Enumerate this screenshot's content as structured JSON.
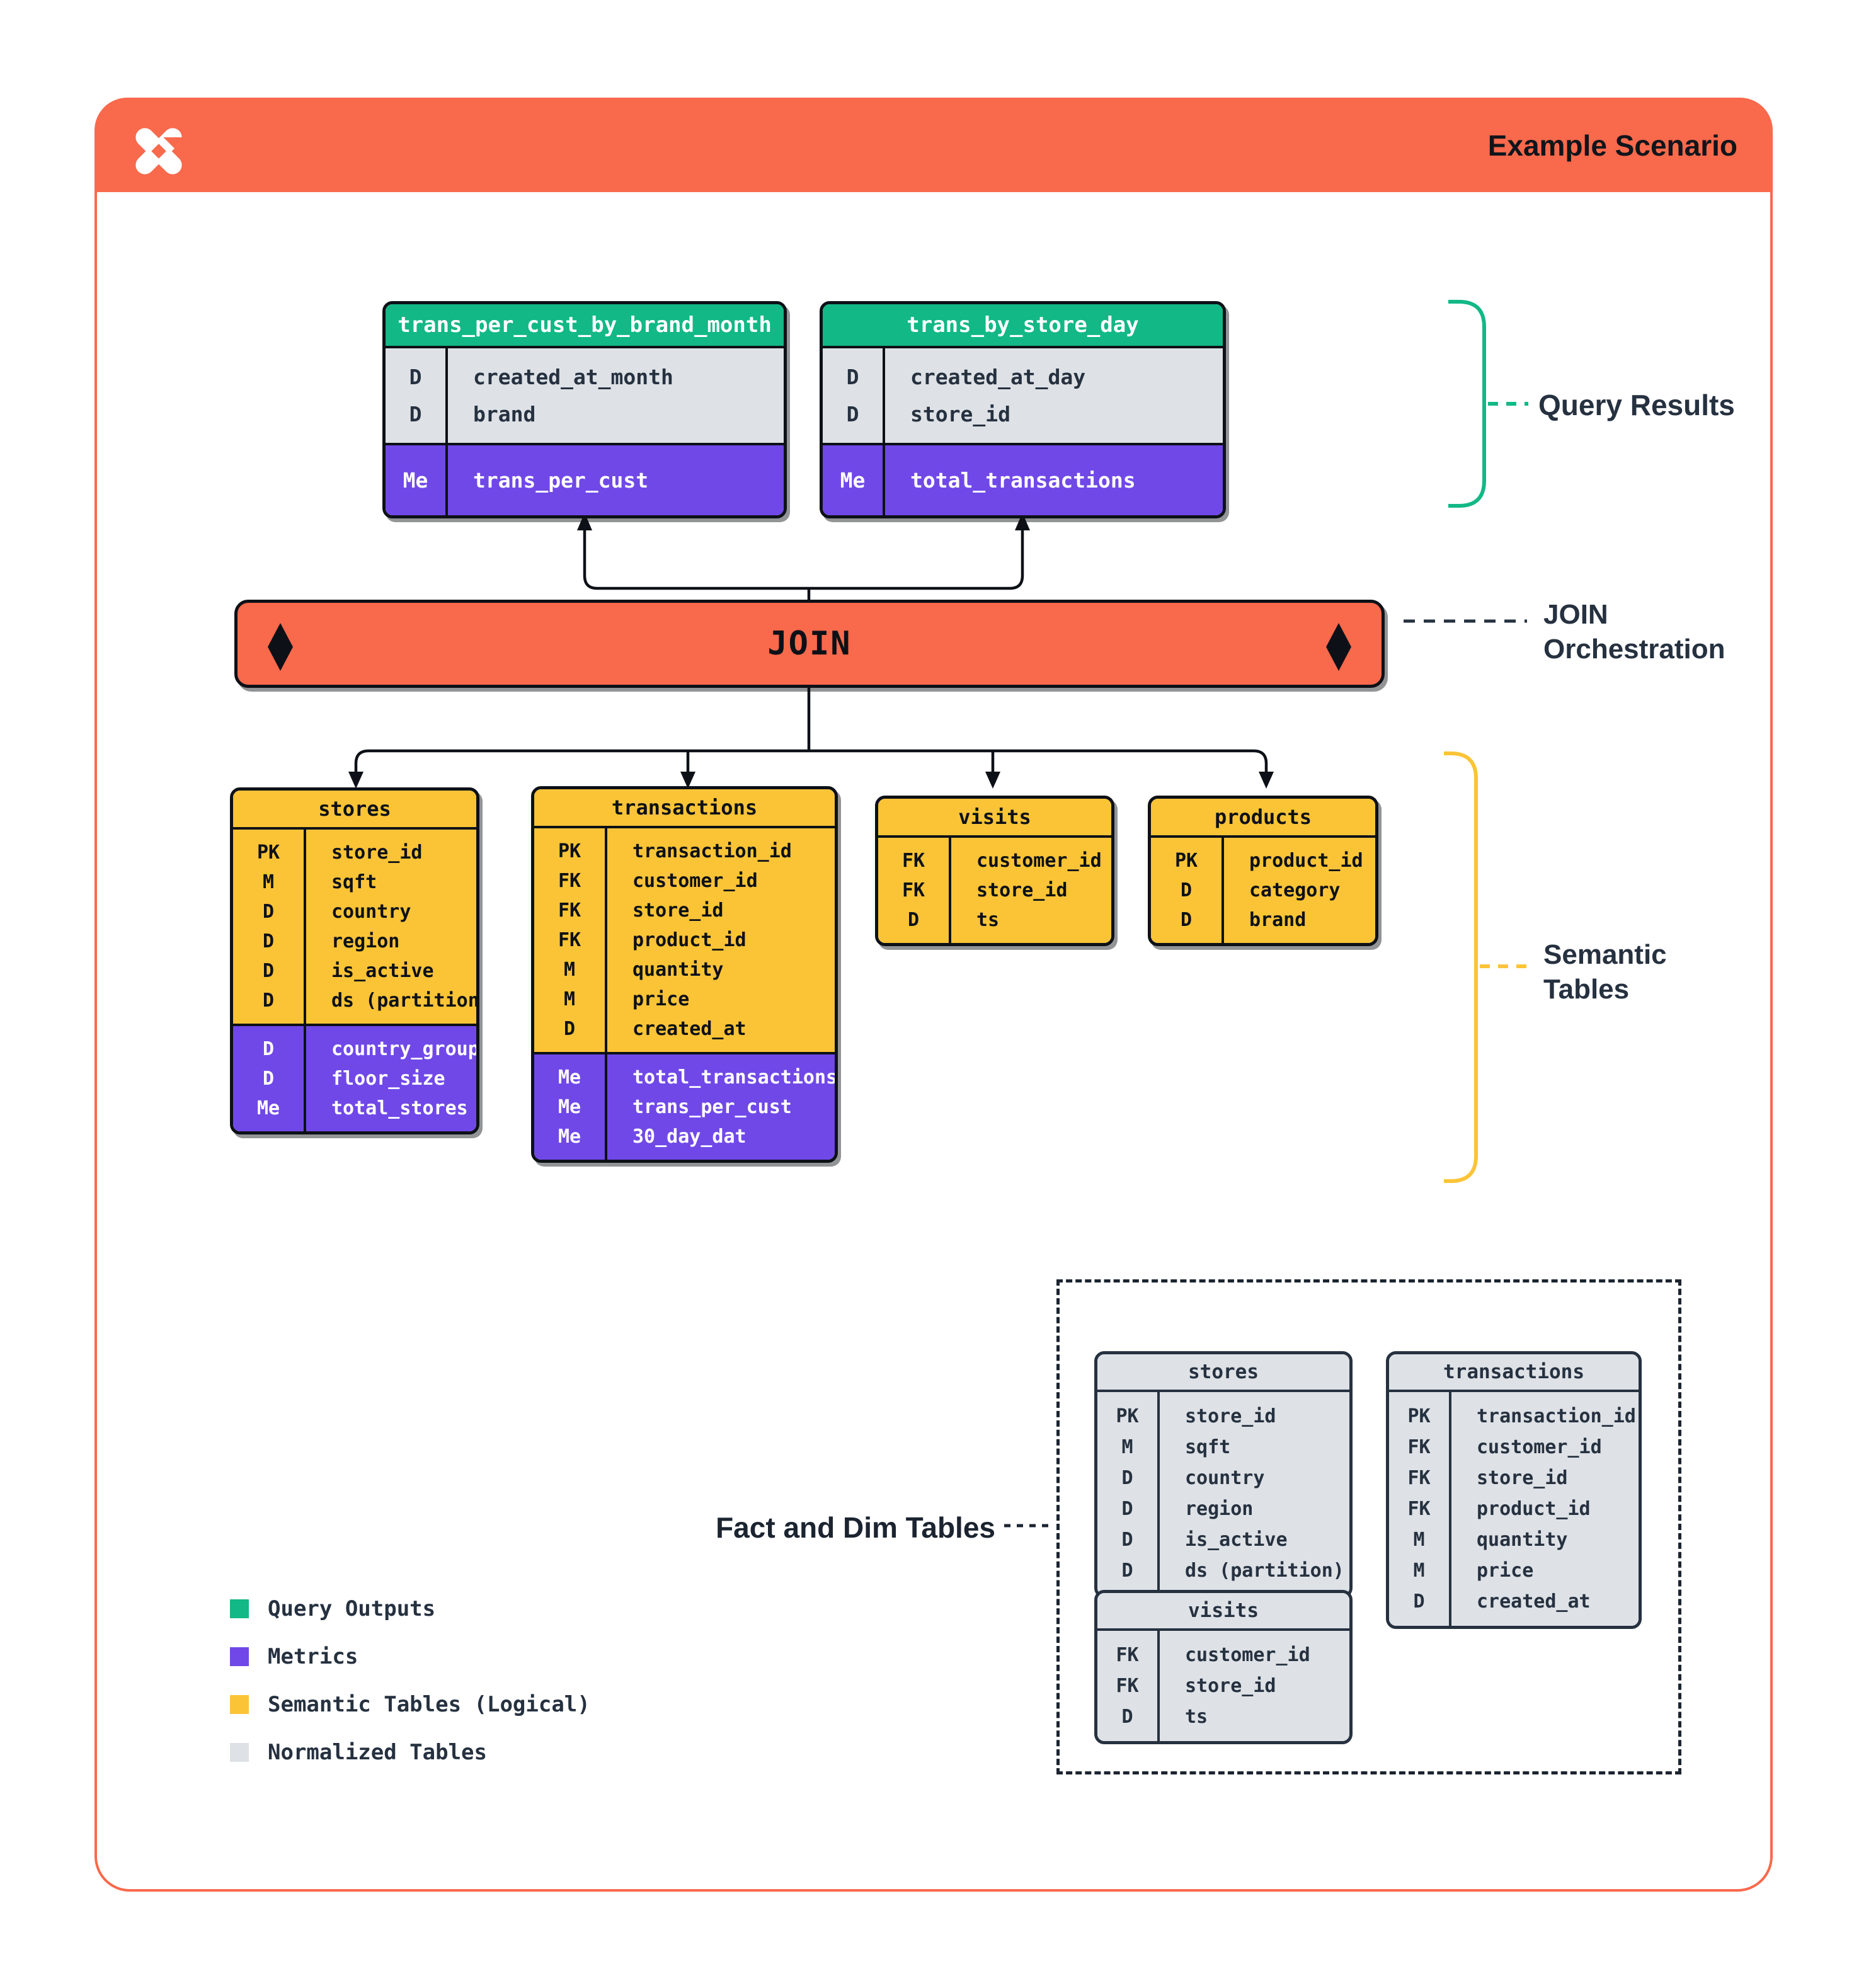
{
  "header": {
    "title": "Example Scenario",
    "logo_icon": "pinwheel-x-icon"
  },
  "join": {
    "label": "JOIN",
    "left_icon": "diamond-icon",
    "right_icon": "diamond-icon"
  },
  "annotations": {
    "query_results": "Query Results",
    "join_orchestration": "JOIN Orchestration",
    "semantic_tables": "Semantic Tables",
    "fact_and_dim": "Fact and Dim Tables"
  },
  "colors": {
    "accent_orange": "#F9694B",
    "query_output_green": "#12B886",
    "metric_purple": "#7048E8",
    "semantic_yellow": "#FBC437",
    "normalized_gray": "#DEE2E6",
    "ink": "#0D1117",
    "label_navy": "#263140"
  },
  "tables": {
    "query_results": [
      {
        "title": "trans_per_cust_by_brand_month",
        "sections": [
          {
            "variant": "gray",
            "rows": [
              [
                "D",
                "created_at_month"
              ],
              [
                "D",
                "brand"
              ]
            ]
          },
          {
            "variant": "purple",
            "rows": [
              [
                "Me",
                "trans_per_cust"
              ]
            ]
          }
        ]
      },
      {
        "title": "trans_by_store_day",
        "sections": [
          {
            "variant": "gray",
            "rows": [
              [
                "D",
                "created_at_day"
              ],
              [
                "D",
                "store_id"
              ]
            ]
          },
          {
            "variant": "purple",
            "rows": [
              [
                "Me",
                "total_transactions"
              ]
            ]
          }
        ]
      }
    ],
    "semantic": [
      {
        "title": "stores",
        "sections": [
          {
            "variant": "yellow",
            "rows": [
              [
                "PK",
                "store_id"
              ],
              [
                "M",
                "sqft"
              ],
              [
                "D",
                "country"
              ],
              [
                "D",
                "region"
              ],
              [
                "D",
                "is_active"
              ],
              [
                "D",
                "ds (partition)"
              ]
            ]
          },
          {
            "variant": "purple",
            "rows": [
              [
                "D",
                "country_group"
              ],
              [
                "D",
                "floor_size"
              ],
              [
                "Me",
                "total_stores"
              ]
            ]
          }
        ]
      },
      {
        "title": "transactions",
        "sections": [
          {
            "variant": "yellow",
            "rows": [
              [
                "PK",
                "transaction_id"
              ],
              [
                "FK",
                "customer_id"
              ],
              [
                "FK",
                "store_id"
              ],
              [
                "FK",
                "product_id"
              ],
              [
                "M",
                "quantity"
              ],
              [
                "M",
                "price"
              ],
              [
                "D",
                "created_at"
              ]
            ]
          },
          {
            "variant": "purple",
            "rows": [
              [
                "Me",
                "total_transactions"
              ],
              [
                "Me",
                "trans_per_cust"
              ],
              [
                "Me",
                "30_day_dat"
              ]
            ]
          }
        ]
      },
      {
        "title": "visits",
        "sections": [
          {
            "variant": "yellow",
            "rows": [
              [
                "FK",
                "customer_id"
              ],
              [
                "FK",
                "store_id"
              ],
              [
                "D",
                "ts"
              ]
            ]
          }
        ]
      },
      {
        "title": "products",
        "sections": [
          {
            "variant": "yellow",
            "rows": [
              [
                "PK",
                "product_id"
              ],
              [
                "D",
                "category"
              ],
              [
                "D",
                "brand"
              ]
            ]
          }
        ]
      }
    ],
    "normalized": [
      {
        "title": "stores",
        "sections": [
          {
            "variant": "gray",
            "rows": [
              [
                "PK",
                "store_id"
              ],
              [
                "M",
                "sqft"
              ],
              [
                "D",
                "country"
              ],
              [
                "D",
                "region"
              ],
              [
                "D",
                "is_active"
              ],
              [
                "D",
                "ds (partition)"
              ]
            ]
          }
        ]
      },
      {
        "title": "transactions",
        "sections": [
          {
            "variant": "gray",
            "rows": [
              [
                "PK",
                "transaction_id"
              ],
              [
                "FK",
                "customer_id"
              ],
              [
                "FK",
                "store_id"
              ],
              [
                "FK",
                "product_id"
              ],
              [
                "M",
                "quantity"
              ],
              [
                "M",
                "price"
              ],
              [
                "D",
                "created_at"
              ]
            ]
          }
        ]
      },
      {
        "title": "visits",
        "sections": [
          {
            "variant": "gray",
            "rows": [
              [
                "FK",
                "customer_id"
              ],
              [
                "FK",
                "store_id"
              ],
              [
                "D",
                "ts"
              ]
            ]
          }
        ]
      }
    ]
  },
  "legend": {
    "items": [
      {
        "color": "#12B886",
        "label": "Query Outputs"
      },
      {
        "color": "#7048E8",
        "label": "Metrics"
      },
      {
        "color": "#FBC437",
        "label": "Semantic Tables (Logical)"
      },
      {
        "color": "#DEE2E6",
        "label": "Normalized Tables"
      }
    ]
  }
}
